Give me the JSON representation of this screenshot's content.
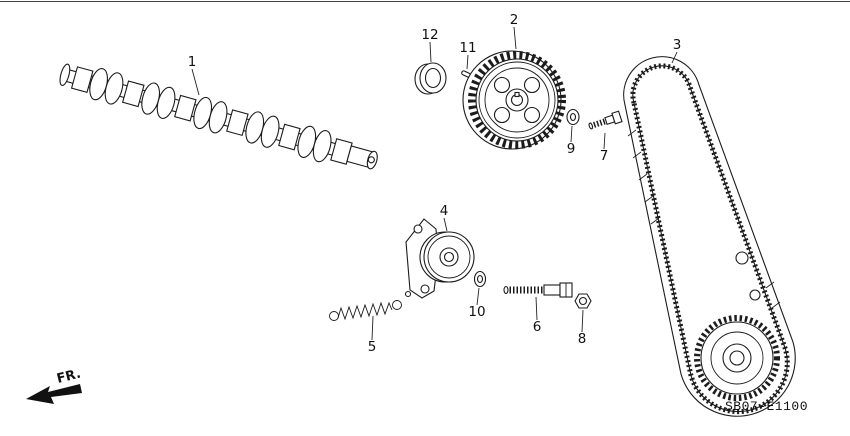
{
  "diagram": {
    "code": "SB07-E1100",
    "fr_label": "FR.",
    "callouts": [
      "1",
      "2",
      "3",
      "4",
      "5",
      "6",
      "7",
      "8",
      "9",
      "10",
      "11",
      "12"
    ]
  }
}
